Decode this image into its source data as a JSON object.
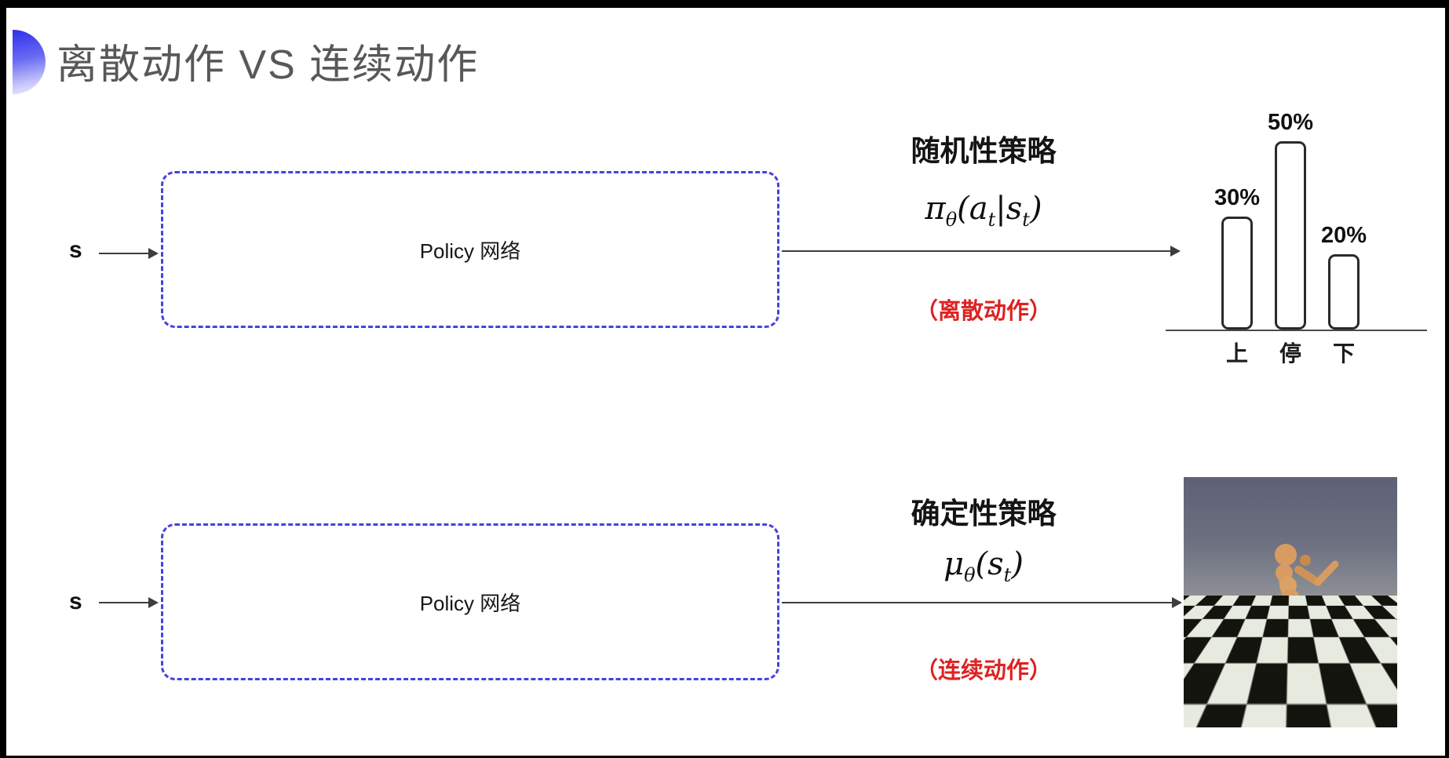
{
  "title": {
    "text": "离散动作 VS 连续动作"
  },
  "stochastic_row": {
    "input_label": "s",
    "box_label": "Policy 网络",
    "policy_title": "随机性策略",
    "formula": {
      "f1": "π",
      "f2": "θ",
      "f3": "(a",
      "f4": "t",
      "f5": "|s",
      "f6": "t",
      "f7": ")"
    },
    "action_note": "（离散动作）"
  },
  "deterministic_row": {
    "input_label": "s",
    "box_label": "Policy 网络",
    "policy_title": "确定性策略",
    "formula": {
      "f1": "μ",
      "f2": "θ",
      "f3": "(s",
      "f4": "t",
      "f5": ")"
    },
    "action_note": "（连续动作）"
  },
  "chart_data": {
    "type": "bar",
    "categories": [
      "上",
      "停",
      "下"
    ],
    "values": [
      30,
      50,
      20
    ],
    "value_labels": [
      "30%",
      "50%",
      "20%"
    ],
    "title": "",
    "xlabel": "",
    "ylabel": "",
    "ylim": [
      0,
      55
    ],
    "grid": false,
    "legend": null,
    "bar_style": "outlined-rounded-white"
  },
  "robot_scene": {
    "name": "humanoid-robot-on-checkerboard"
  },
  "colors": {
    "box_border_blue": "#4343de",
    "accent_red": "#de2222",
    "title_gray": "#58585b",
    "arrow_dark": "#3d3d3d",
    "icon_blue_top": "#2e2ee9",
    "sky_top": "#5d6174",
    "tile_dark": "#14140f",
    "tile_light": "#e7ebdf",
    "robot_body": "#d69a60"
  }
}
